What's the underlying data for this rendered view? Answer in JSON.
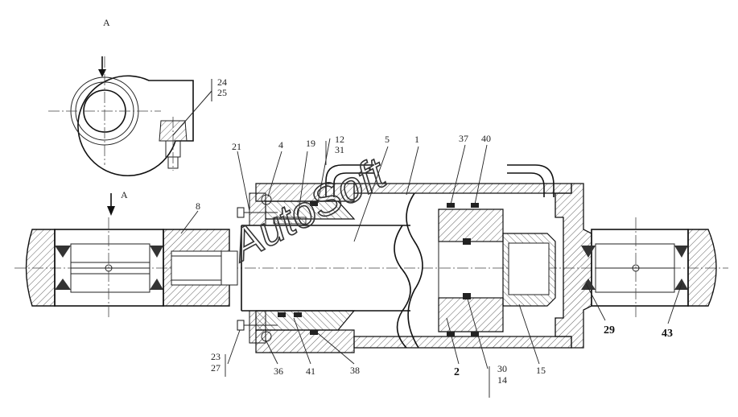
{
  "view_label_top": "A",
  "view_arrow_label": "A",
  "watermark": "AutoSoft",
  "callouts": [
    {
      "id": "c24-25",
      "lines": [
        "24",
        "25"
      ],
      "bold": false
    },
    {
      "id": "c21",
      "lines": [
        "21"
      ],
      "bold": false
    },
    {
      "id": "c4",
      "lines": [
        "4"
      ],
      "bold": false
    },
    {
      "id": "c19",
      "lines": [
        "19"
      ],
      "bold": false
    },
    {
      "id": "c12-31",
      "lines": [
        "12",
        "31"
      ],
      "bold": false
    },
    {
      "id": "c5",
      "lines": [
        "5"
      ],
      "bold": false
    },
    {
      "id": "c1",
      "lines": [
        "1"
      ],
      "bold": false
    },
    {
      "id": "c37",
      "lines": [
        "37"
      ],
      "bold": false
    },
    {
      "id": "c40",
      "lines": [
        "40"
      ],
      "bold": false
    },
    {
      "id": "c8",
      "lines": [
        "8"
      ],
      "bold": false
    },
    {
      "id": "c23-27",
      "lines": [
        "23",
        "27"
      ],
      "bold": false
    },
    {
      "id": "c36",
      "lines": [
        "36"
      ],
      "bold": false
    },
    {
      "id": "c41",
      "lines": [
        "41"
      ],
      "bold": false
    },
    {
      "id": "c38",
      "lines": [
        "38"
      ],
      "bold": false
    },
    {
      "id": "c2",
      "lines": [
        "2"
      ],
      "bold": true
    },
    {
      "id": "c30-14",
      "lines": [
        "30",
        "14"
      ],
      "bold": false
    },
    {
      "id": "c15",
      "lines": [
        "15"
      ],
      "bold": false
    },
    {
      "id": "c29",
      "lines": [
        "29"
      ],
      "bold": true
    },
    {
      "id": "c43",
      "lines": [
        "43"
      ],
      "bold": true
    }
  ]
}
